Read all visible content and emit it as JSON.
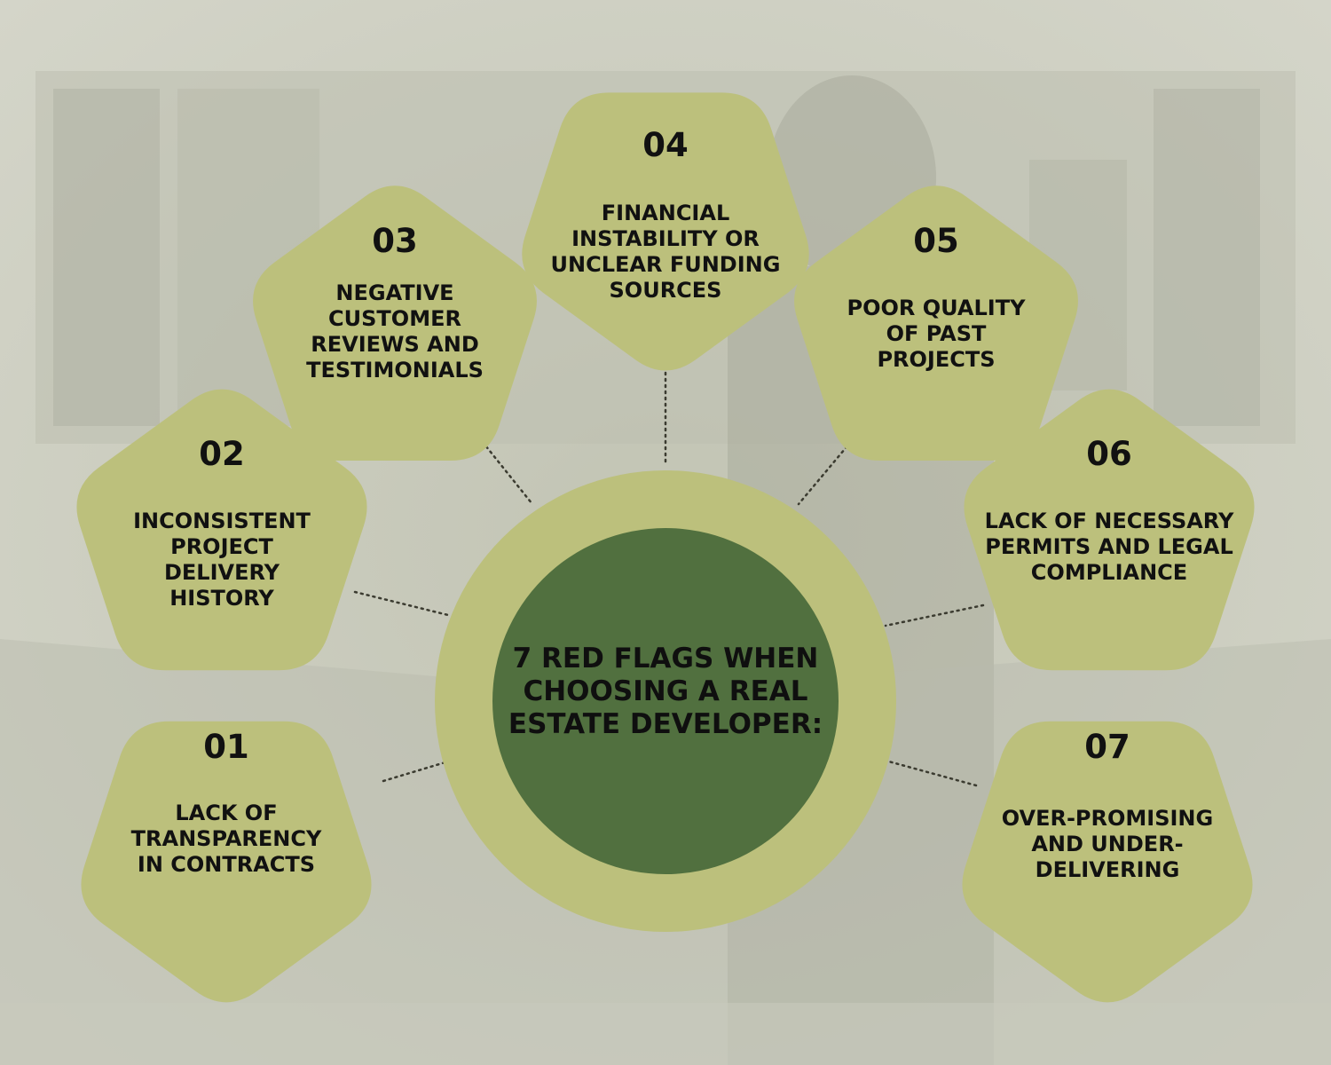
{
  "center": {
    "title": "7 RED FLAGS WHEN CHOOSING A REAL ESTATE DEVELOPER:"
  },
  "flags": [
    {
      "number": "01",
      "text": "LACK OF TRANSPARENCY IN CONTRACTS"
    },
    {
      "number": "02",
      "text": "INCONSISTENT PROJECT DELIVERY HISTORY"
    },
    {
      "number": "03",
      "text": "NEGATIVE CUSTOMER REVIEWS AND TESTIMONIALS"
    },
    {
      "number": "04",
      "text": "FINANCIAL INSTABILITY OR UNCLEAR FUNDING SOURCES"
    },
    {
      "number": "05",
      "text": "POOR QUALITY OF PAST PROJECTS"
    },
    {
      "number": "06",
      "text": "LACK OF NECESSARY PERMITS AND LEGAL COMPLIANCE"
    },
    {
      "number": "07",
      "text": "OVER-PROMISING AND UNDER-DELIVERING"
    }
  ],
  "colors": {
    "background": "#cfd0c4",
    "shape_fill": "#bcc07c",
    "center_ring": "#bcc07c",
    "center_fill": "#51703f",
    "connector": "#3b3b30",
    "text": "#111111"
  }
}
